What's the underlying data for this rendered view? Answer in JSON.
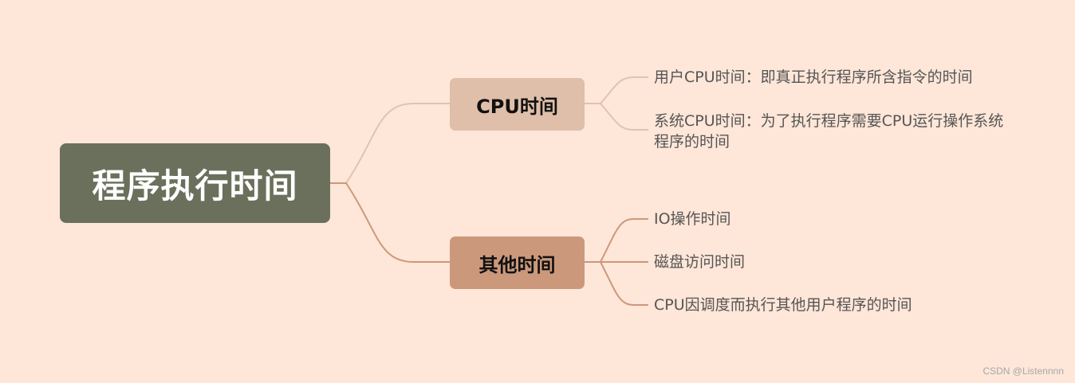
{
  "mindmap": {
    "root": "程序执行时间",
    "branches": [
      {
        "label": "CPU时间",
        "children": [
          "用户CPU时间：即真正执行程序所含指令的时间",
          "系统CPU时间：为了执行程序需要CPU运行操作系统程序的时间"
        ]
      },
      {
        "label": "其他时间",
        "children": [
          "IO操作时间",
          "磁盘访问时间",
          "CPU因调度而执行其他用户程序的时间"
        ]
      }
    ]
  },
  "watermark": "CSDN @Listennnn",
  "colors": {
    "background": "#fee6d8",
    "root_fill": "#6b705c",
    "cpu_branch_fill": "#dfbfa9",
    "other_branch_fill": "#cc987c",
    "cpu_connector": "#e0c3b0",
    "other_connector": "#cc987c"
  }
}
